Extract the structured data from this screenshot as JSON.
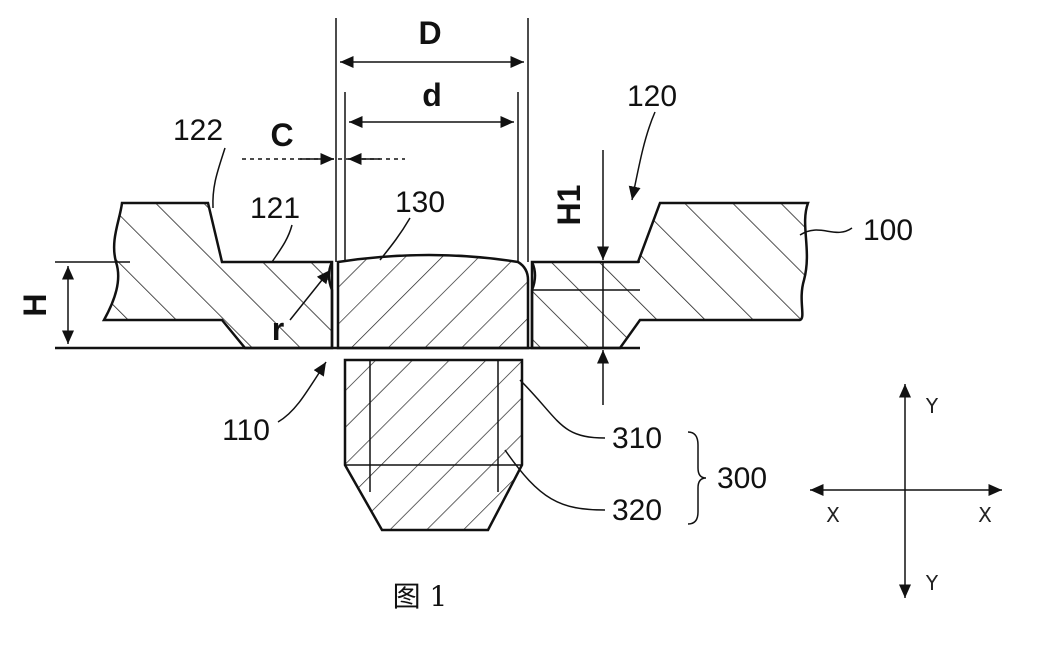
{
  "figure": {
    "caption": "图 1",
    "labels": {
      "D": "D",
      "d": "d",
      "C": "C",
      "H": "H",
      "H1": "H1",
      "r": "r",
      "n100": "100",
      "n110": "110",
      "n120": "120",
      "n121": "121",
      "n122": "122",
      "n130": "130",
      "n300": "300",
      "n310": "310",
      "n320": "320"
    },
    "axes": {
      "y_up": "Y",
      "y_down": "Y",
      "x_left": "X",
      "x_right": "X"
    }
  }
}
